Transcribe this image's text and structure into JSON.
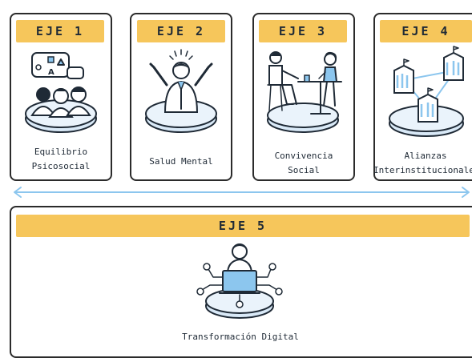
{
  "colors": {
    "pill": "#f6c65b",
    "accent_blue": "#8cc6ee",
    "disk": "#d9e9f7",
    "ink": "#1f2a36"
  },
  "axes": [
    {
      "label": "EJE 1",
      "caption_line1": "Equilibrio",
      "caption_line2": "Psicosocial",
      "icon": "group-discussion-icon"
    },
    {
      "label": "EJE 2",
      "caption_line1": "Salud Mental",
      "caption_line2": "",
      "icon": "celebrating-person-icon"
    },
    {
      "label": "EJE 3",
      "caption_line1": "Convivencia",
      "caption_line2": "Social",
      "icon": "coffee-meeting-icon"
    },
    {
      "label": "EJE 4",
      "caption_line1": "Alianzas",
      "caption_line2": "Interinstitucionales",
      "icon": "connected-buildings-icon"
    }
  ],
  "axis5": {
    "label": "EJE 5",
    "caption": "Transformación Digital",
    "icon": "digital-network-icon"
  }
}
